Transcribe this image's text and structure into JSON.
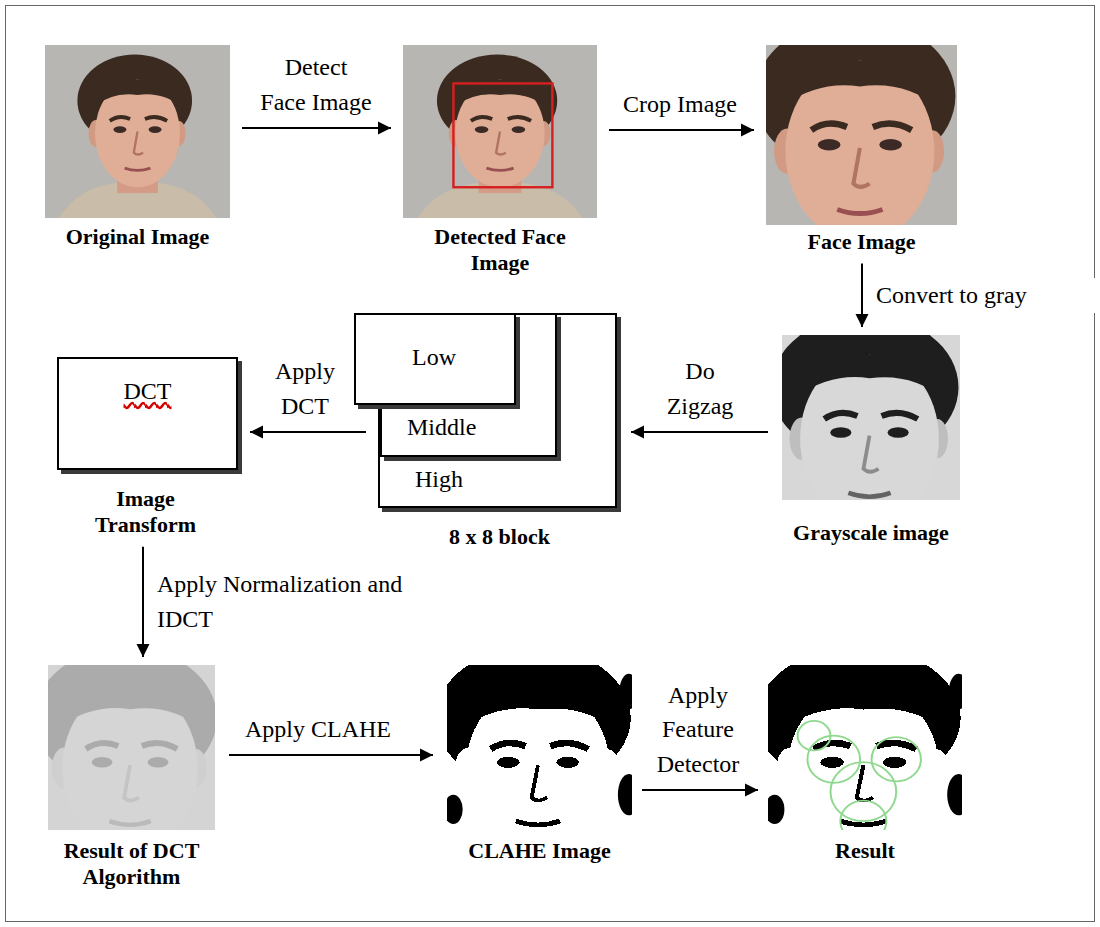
{
  "diagram": {
    "nodes": [
      {
        "text": [
          "Original Image"
        ]
      },
      {
        "text": [
          "Detected Face Image"
        ]
      },
      {
        "text": [
          "Face Image"
        ]
      },
      {
        "text": [
          "Grayscale image"
        ]
      },
      {
        "text": [
          "High",
          "8 x 8 block"
        ]
      },
      {
        "text": [
          "Middle"
        ],
        "in": 4
      },
      {
        "text": [
          "Low"
        ],
        "in": 5
      },
      {
        "text": [
          "DCT",
          "Image Transform"
        ]
      },
      {
        "text": [
          "Result of DCT Algorithm"
        ]
      },
      {
        "text": [
          "CLAHE Image"
        ]
      },
      {
        "text": [
          "Result"
        ]
      }
    ],
    "edges": [
      {
        "from": 0,
        "to": 1,
        "arrow": "to",
        "label": "Detect Face Image"
      },
      {
        "from": 1,
        "to": 2,
        "arrow": "to",
        "label": "Crop Image"
      },
      {
        "from": 2,
        "to": 3,
        "arrow": "to",
        "label": "Convert to gray"
      },
      {
        "from": 3,
        "to": 4,
        "arrow": "to",
        "label": "Do Zigzag"
      },
      {
        "from": 4,
        "to": 7,
        "arrow": "to",
        "label": "Apply DCT"
      },
      {
        "from": 7,
        "to": 8,
        "arrow": "to",
        "label": "Apply Normalization and IDCT"
      },
      {
        "from": 8,
        "to": 9,
        "arrow": "to",
        "label": "Apply CLAHE"
      },
      {
        "from": 9,
        "to": 10,
        "arrow": "to",
        "label": "Apply Feature Detector"
      }
    ]
  }
}
